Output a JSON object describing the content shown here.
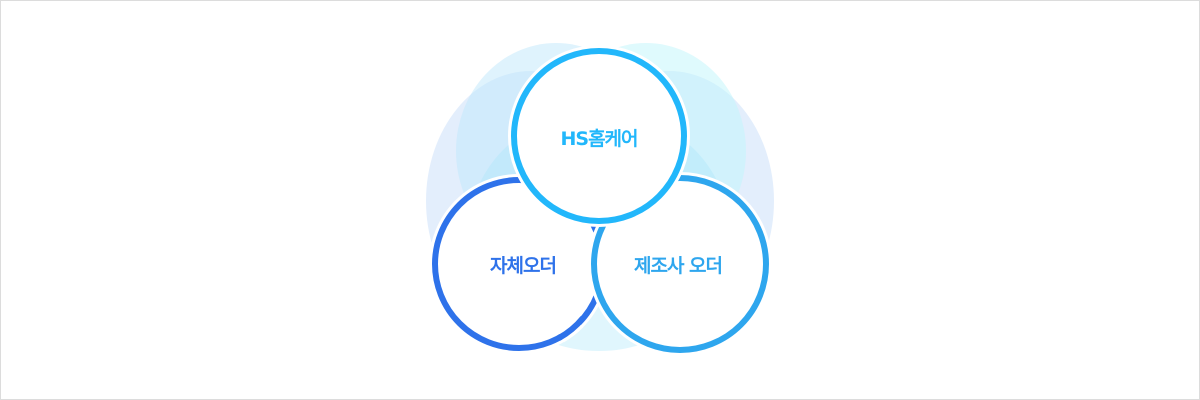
{
  "diagram": {
    "top_circle": {
      "label": "HS홈케어",
      "color": "#22b7fb"
    },
    "left_circle": {
      "label": "자체오더",
      "color": "#2e72ea"
    },
    "right_circle": {
      "label": "제조사 오더",
      "color": "#2ea6ee"
    }
  }
}
